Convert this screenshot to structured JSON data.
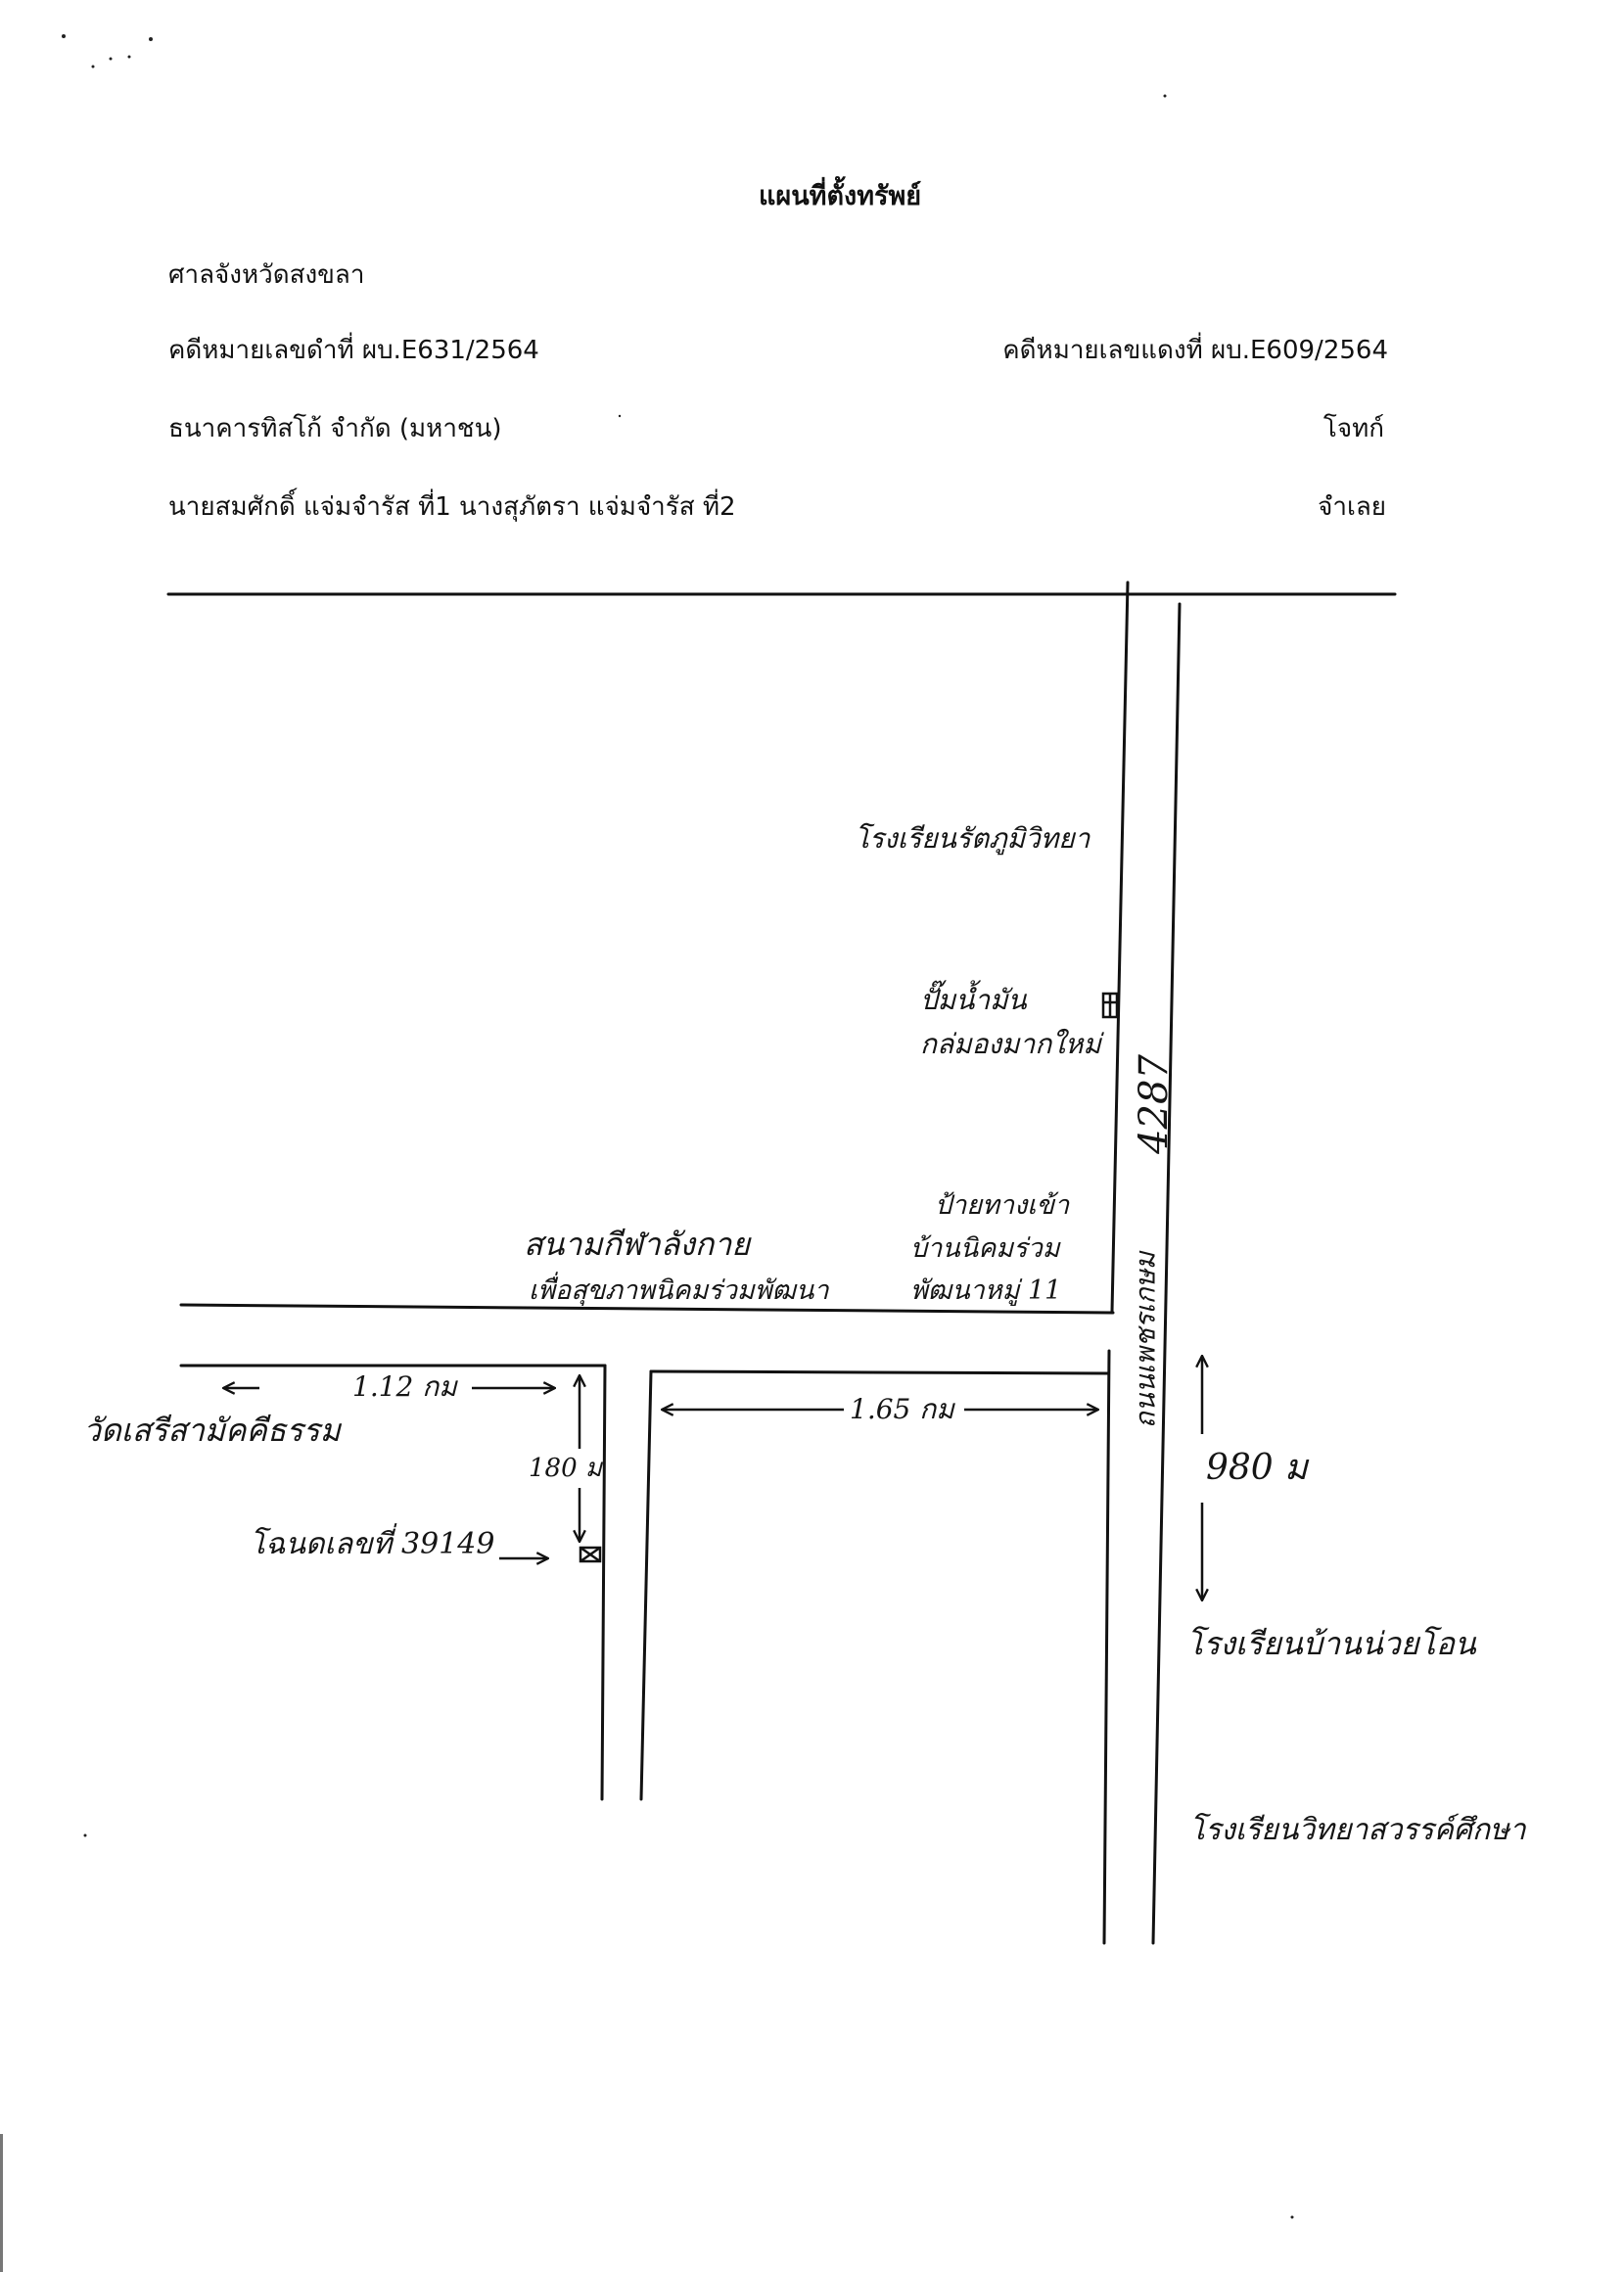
{
  "header": {
    "title": "แผนที่ตั้งทรัพย์",
    "court": "ศาลจังหวัดสงขลา",
    "black_case": "คดีหมายเลขดำที่ ผบ.E631/2564",
    "red_case": "คดีหมายเลขแดงที่ ผบ.E609/2564",
    "plaintiff_name": "ธนาคารทิสโก้ จำกัด (มหาชน)",
    "plaintiff_role": "โจทก์",
    "defendant_names": "นายสมศักดิ์ แจ่มจำรัส ที่1 นางสุภัตรา แจ่มจำรัส ที่2",
    "defendant_role": "จำเลย"
  },
  "map": {
    "school_north": "โรงเรียนรัตภูมิวิทยา",
    "gas_station_line1": "ปั๊มน้ำมัน",
    "gas_station_line2": "กล่มองมากใหม่",
    "highway_number": "4287",
    "highway_name": "ถนนเพชรเกษม",
    "village_sign_line1": "ป้ายทางเข้า",
    "village_sign_line2": "บ้านนิคมร่วม",
    "village_sign_line3": "พัฒนาหมู่ 11",
    "hall_line1": "สนามกีฬาลังกาย",
    "hall_line2": "เพื่อสุขภาพนิคมร่วมพัฒนา",
    "distance_west": "1.12 กม",
    "distance_east": "1.65 กม",
    "distance_south": "180 ม",
    "distance_highway": "980 ม",
    "temple": "วัดเสรีสามัคคีธรรม",
    "deed_label": "โฉนดเลขที่ 39149",
    "school_south": "โรงเรียนบ้านน่วยโอน",
    "school_bottom": "โรงเรียนวิทยาสวรรค์ศึกษา"
  }
}
